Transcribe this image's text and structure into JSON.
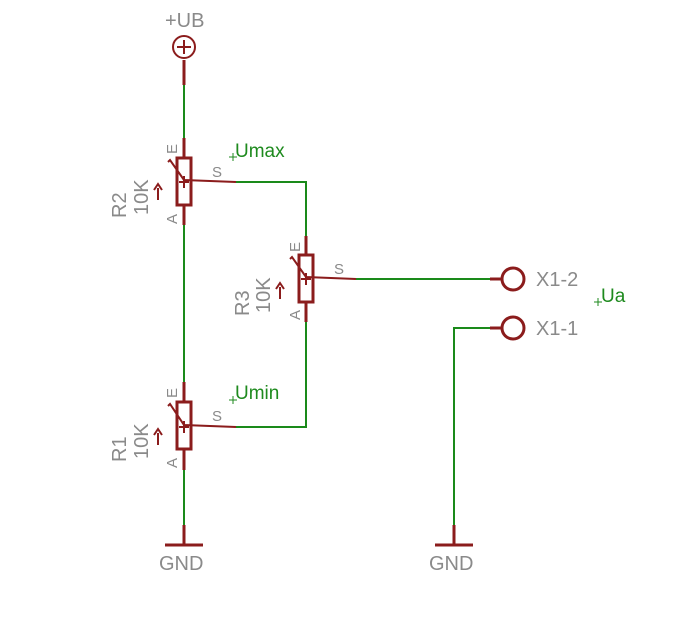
{
  "supply_label": "+UB",
  "potentiometers": {
    "r2": {
      "name": "R2",
      "value": "10K",
      "pin_e": "E",
      "pin_s": "S",
      "pin_a": "A"
    },
    "r3": {
      "name": "R3",
      "value": "10K",
      "pin_e": "E",
      "pin_s": "S",
      "pin_a": "A"
    },
    "r1": {
      "name": "R1",
      "value": "10K",
      "pin_e": "E",
      "pin_s": "S",
      "pin_a": "A"
    }
  },
  "nets": {
    "umax": "Umax",
    "umin": "Umin",
    "ua": "Ua"
  },
  "connector": {
    "pin2": "X1-2",
    "pin1": "X1-1"
  },
  "ground_left": "GND",
  "ground_right": "GND",
  "colors": {
    "wire": "#1a8a1a",
    "part": "#8b1c1c",
    "label": "#8a8a8a",
    "net_label": "#1e8a1e"
  }
}
